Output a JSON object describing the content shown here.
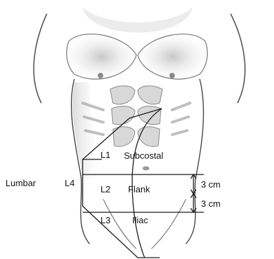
{
  "figure": {
    "labels": {
      "region": "Lumbar",
      "l4": "L4",
      "l1": "L1",
      "l2": "L2",
      "l3": "L3",
      "subcostal": "Subcostal",
      "flank": "Flank",
      "iliac": "Iliac",
      "dist_upper": "3 cm",
      "dist_lower": "3 cm"
    },
    "colors": {
      "outline": "#1a1a1a",
      "shade_dark": "#7a7a7a",
      "shade_light": "#c8c8c8",
      "skin": "#ffffff"
    }
  }
}
